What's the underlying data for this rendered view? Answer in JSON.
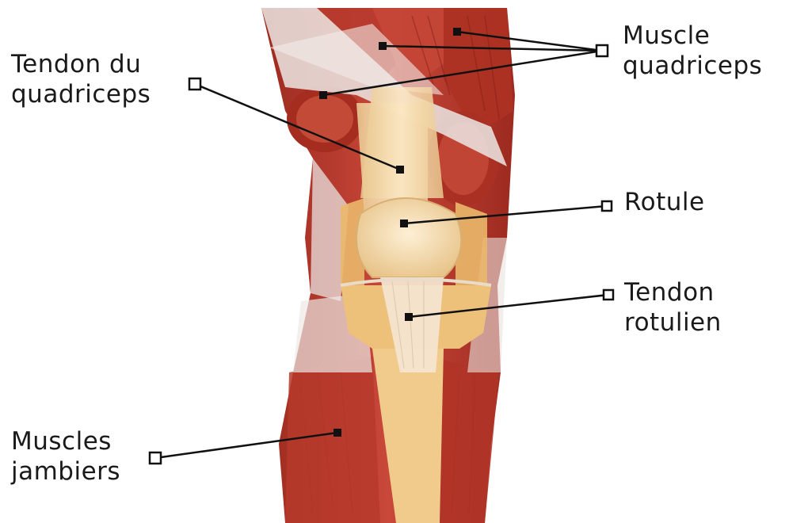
{
  "labels": {
    "tendon_quadriceps": [
      "Tendon du",
      "quadriceps"
    ],
    "muscle_quadriceps": [
      "Muscle",
      "quadriceps"
    ],
    "rotule": "Rotule",
    "tendon_rotulien": [
      "Tendon",
      "rotulien"
    ],
    "muscles_jambiers": [
      "Muscles",
      "jambiers"
    ]
  },
  "colors": {
    "muscle": "#b8382c",
    "muscle_dark": "#8e2218",
    "tendon": "#f2d9a8",
    "bone": "#f6dca9",
    "fascia": "#ece8e6",
    "leader_line": "#111111"
  }
}
